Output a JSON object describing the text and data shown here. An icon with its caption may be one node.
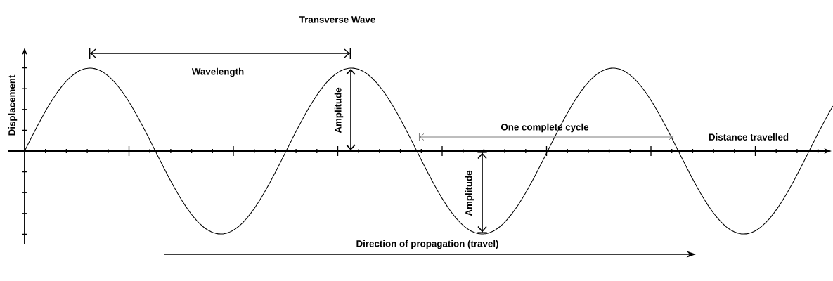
{
  "diagram": {
    "title": "Transverse Wave",
    "labels": [
      "Displacement",
      "Wavelength",
      "Amplitude",
      "One complete cycle",
      "Distance travelled",
      "Amplitude",
      "Direction of propagation (travel)"
    ]
  }
}
